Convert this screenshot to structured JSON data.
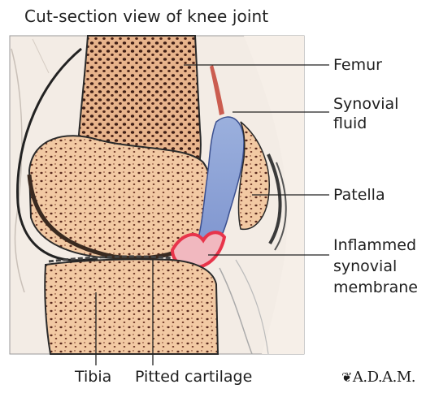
{
  "title": "Cut-section view of knee joint",
  "labels": {
    "femur": "Femur",
    "synovial_fluid_1": "Synovial",
    "synovial_fluid_2": "fluid",
    "patella": "Patella",
    "membrane_1": "Inflammed",
    "membrane_2": "synovial",
    "membrane_3": "membrane",
    "tibia": "Tibia",
    "cartilage": "Pitted cartilage"
  },
  "logo": {
    "text": "A.D.A.M.",
    "mark": "❦"
  },
  "colors": {
    "bone_fill": "#f2c9a3",
    "bone_pore": "#5a2a1e",
    "fluid": "#8fa3d6",
    "inflamed": "#e8344a",
    "soft_tissue": "#efe3d7",
    "outline": "#2a2a2a"
  }
}
